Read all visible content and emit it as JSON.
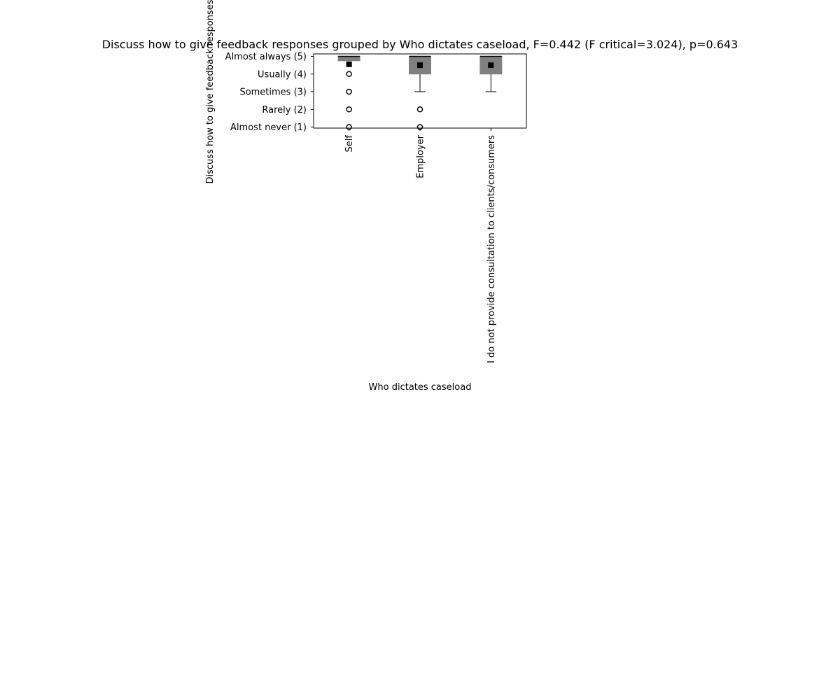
{
  "chart_data": {
    "type": "box",
    "title": "Discuss how to give feedback responses grouped by Who dictates caseload, F=0.442 (F critical=3.024), p=0.643",
    "xlabel": "Who dictates caseload",
    "ylabel": "Discuss how to give feedback responses",
    "ylim": [
      1,
      5
    ],
    "yticks": [
      {
        "value": 5,
        "label": "Almost always (5)"
      },
      {
        "value": 4,
        "label": "Usually (4)"
      },
      {
        "value": 3,
        "label": "Sometimes (3)"
      },
      {
        "value": 2,
        "label": "Rarely (2)"
      },
      {
        "value": 1,
        "label": "Almost never (1)"
      }
    ],
    "categories": [
      "Self",
      "Employer",
      "I do not provide consultation to clients/consumers"
    ],
    "boxes": [
      {
        "q1": 4.75,
        "median": 5,
        "q3": 5,
        "whisker_low": 5,
        "whisker_high": 5,
        "mean": 4.55,
        "outliers": [
          4,
          3,
          2,
          1
        ]
      },
      {
        "q1": 4,
        "median": 5,
        "q3": 5,
        "whisker_low": 3,
        "whisker_high": 5,
        "mean": 4.5,
        "outliers": [
          2,
          1
        ]
      },
      {
        "q1": 4,
        "median": 5,
        "q3": 5,
        "whisker_low": 3,
        "whisker_high": 5,
        "mean": 4.5,
        "outliers": []
      }
    ],
    "box_color": "#808080",
    "mean_marker_color": "#000000",
    "grid": false
  }
}
